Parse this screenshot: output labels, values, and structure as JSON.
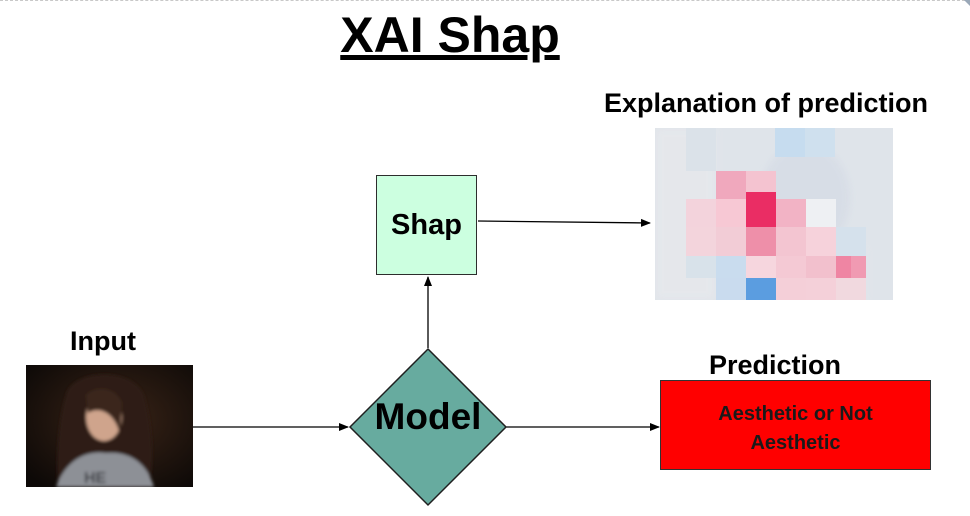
{
  "title": "XAI Shap",
  "labels": {
    "explanation": "Explanation of prediction",
    "input": "Input",
    "prediction": "Prediction"
  },
  "nodes": {
    "shap": "Shap",
    "model": "Model",
    "prediction_line1": "Aesthetic or Not",
    "prediction_line2": "Aesthetic"
  },
  "colors": {
    "shap_fill": "#ccffe0",
    "model_fill": "#67ab9f",
    "prediction_fill": "#ff0000"
  }
}
